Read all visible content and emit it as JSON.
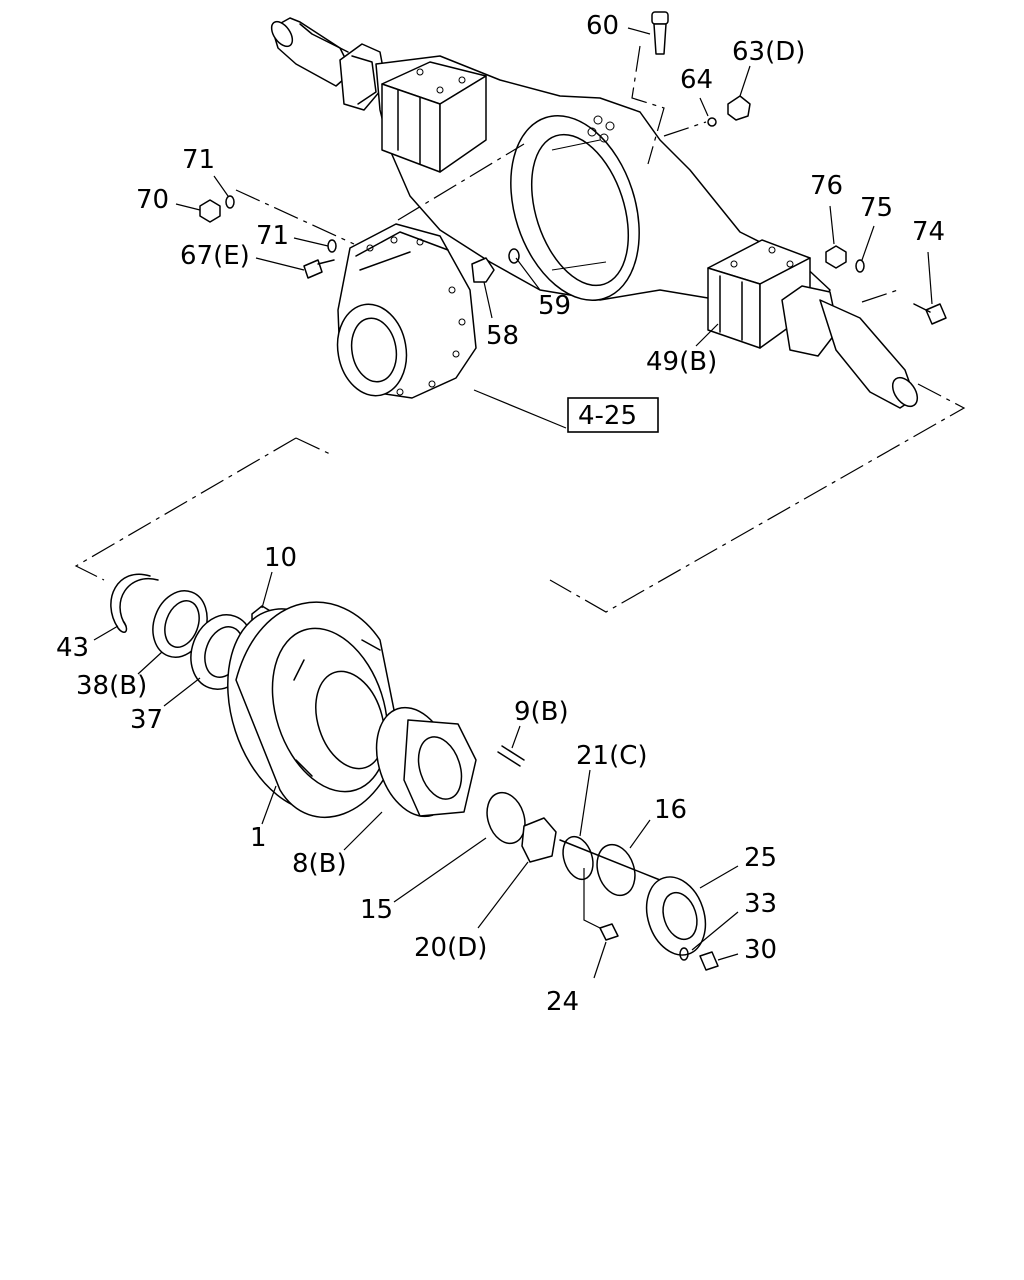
{
  "labels": {
    "p1": "1",
    "p8b": "8(B)",
    "p9b": "9(B)",
    "p10": "10",
    "p15": "15",
    "p16": "16",
    "p20d": "20(D)",
    "p21c": "21(C)",
    "p24": "24",
    "p25": "25",
    "p30": "30",
    "p33": "33",
    "p37": "37",
    "p38b": "38(B)",
    "p43": "43",
    "p49b": "49(B)",
    "p58": "58",
    "p59": "59",
    "p60": "60",
    "p63d": "63(D)",
    "p64": "64",
    "p67e": "67(E)",
    "p70": "70",
    "p71a": "71",
    "p71b": "71",
    "p74": "74",
    "p75": "75",
    "p76": "76"
  },
  "reference": "4-25"
}
